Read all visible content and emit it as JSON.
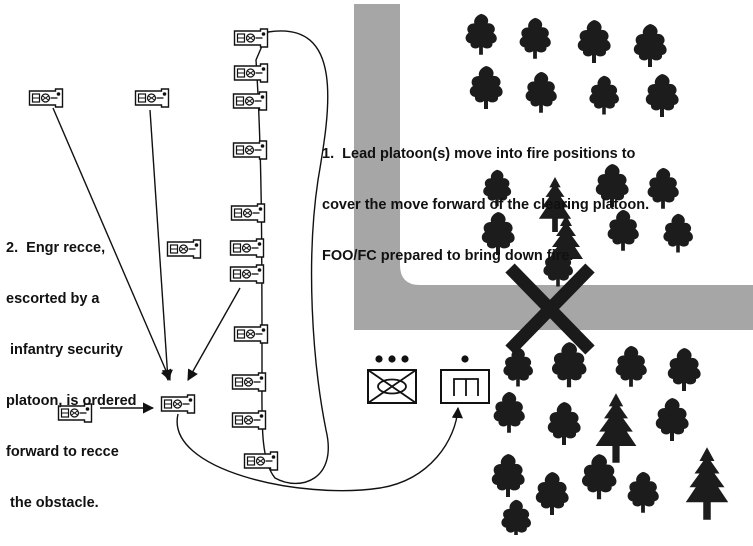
{
  "notes": {
    "lead_platoon": [
      "1.  Lead platoon(s) move into fire positions to",
      "cover the move forward of the clearing platoon.",
      "FOO/FC prepared to bring down fire."
    ],
    "engr_recce": [
      "2.  Engr recce,",
      "escorted by a",
      " infantry security",
      "platoon, is ordered",
      "forward to recce",
      " the obstacle."
    ]
  },
  "colors": {
    "road": "#a6a6a6",
    "ink": "#111111",
    "obstacle": "#1a1a1a"
  },
  "symbols": {
    "vehicle": "armoured-vehicle-icon",
    "infantry_company": "infantry-unit-symbol",
    "engineer_platoon": "engineer-unit-symbol",
    "obstacle": "obstacle-cross",
    "tree": "tree-icon"
  }
}
